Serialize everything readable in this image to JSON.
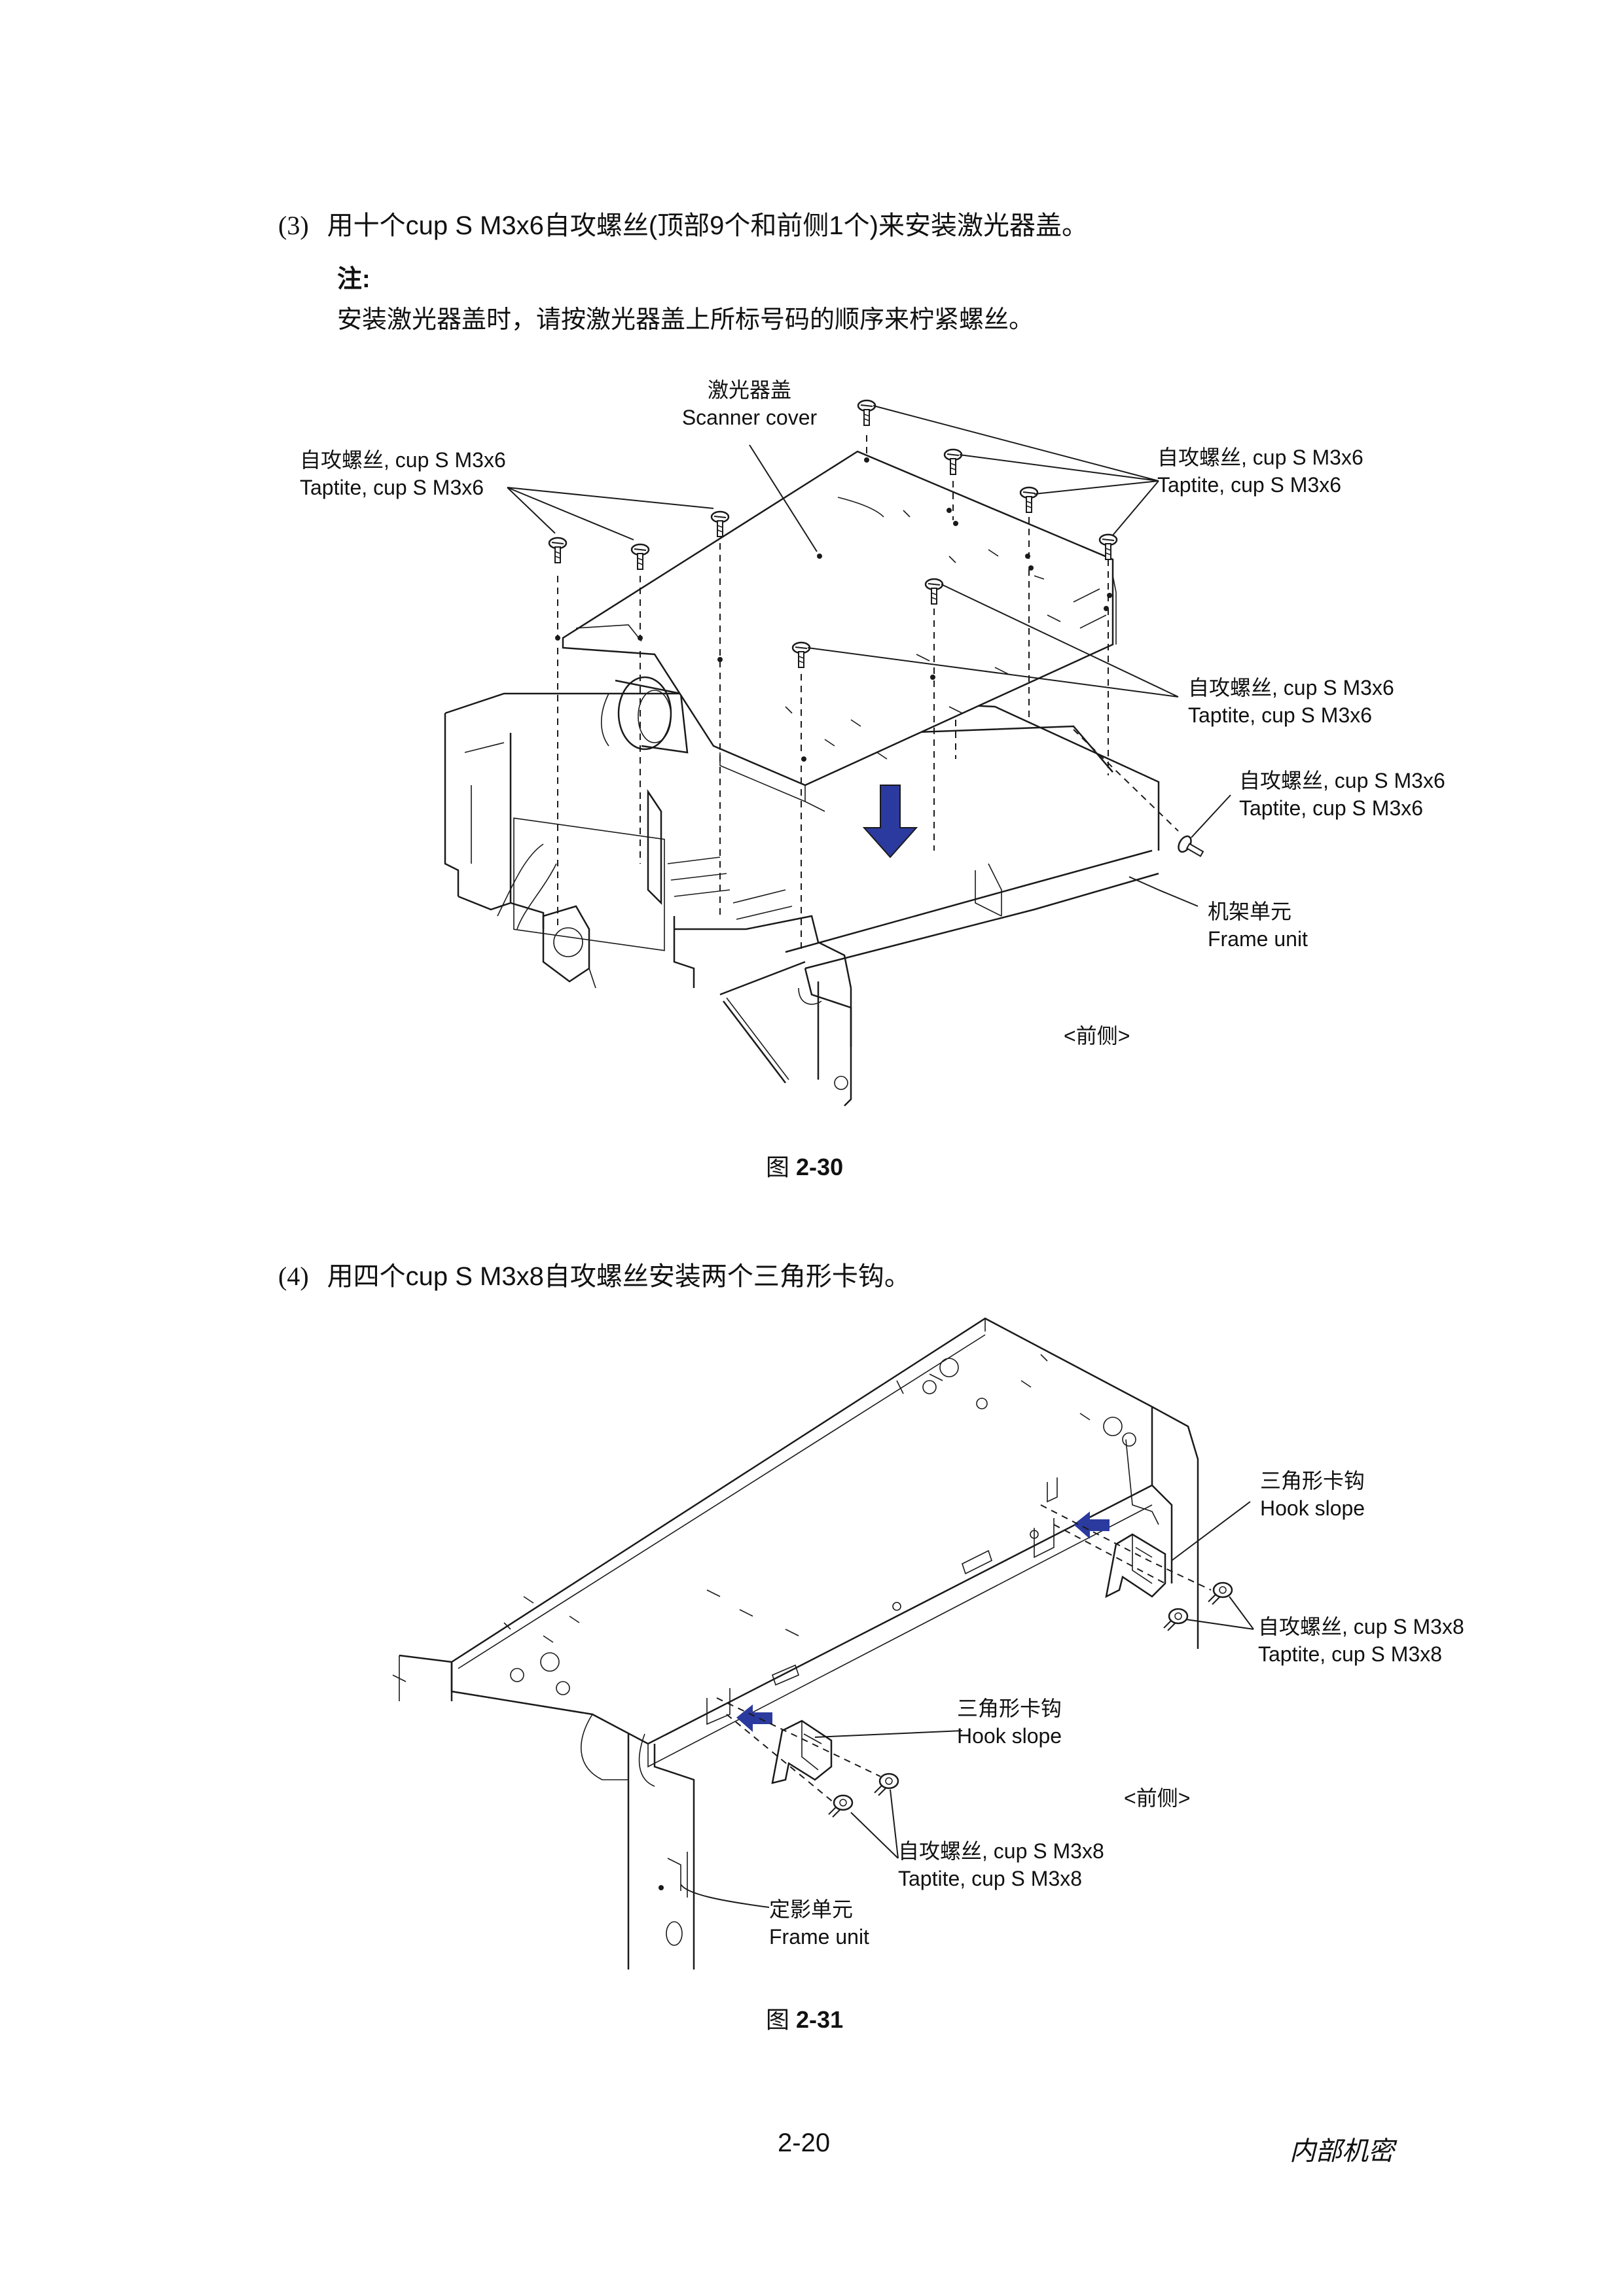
{
  "step3": {
    "number": "(3)",
    "text": "用十个cup S M3x6自攻螺丝(顶部9个和前侧1个)来安装激光器盖。",
    "note_heading": "注:",
    "note_text": "安装激光器盖时，请按激光器盖上所标号码的顺序来柠紧螺丝。"
  },
  "figure30": {
    "label_cover_cn": "激光器盖",
    "label_cover_en": "Scanner cover",
    "label_screw_left_cn": "自攻螺丝, cup S M3x6",
    "label_screw_left_en": "Taptite, cup S M3x6",
    "label_screw_right_cn": "自攻螺丝, cup S M3x6",
    "label_screw_right_en": "Taptite, cup S M3x6",
    "label_screw_mid_cn": "自攻螺丝, cup S M3x6",
    "label_screw_mid_en": "Taptite, cup S M3x6",
    "label_screw_front_cn": "自攻螺丝, cup S M3x6",
    "label_screw_front_en": "Taptite, cup S M3x6",
    "label_frame_cn": "机架单元",
    "label_frame_en": "Frame unit",
    "label_front": "<前侧>",
    "caption_prefix": "图",
    "caption_number": "2-30",
    "arrow_color": "#2b3a9e"
  },
  "step4": {
    "number": "(4)",
    "text": "用四个cup S M3x8自攻螺丝安装两个三角形卡钩。"
  },
  "figure31": {
    "label_hook_right_cn": "三角形卡钩",
    "label_hook_right_en": "Hook slope",
    "label_screw_right_cn": "自攻螺丝, cup S M3x8",
    "label_screw_right_en": "Taptite, cup S M3x8",
    "label_hook_mid_cn": "三角形卡钩",
    "label_hook_mid_en": "Hook slope",
    "label_front": "<前侧>",
    "label_screw_mid_cn": "自攻螺丝, cup S M3x8",
    "label_screw_mid_en": "Taptite, cup S M3x8",
    "label_frame_cn": "定影单元",
    "label_frame_en": "Frame unit",
    "caption_prefix": "图",
    "caption_number": "2-31",
    "arrow_color": "#2b3a9e"
  },
  "footer": {
    "page_number": "2-20",
    "confidential": "内部机密"
  }
}
